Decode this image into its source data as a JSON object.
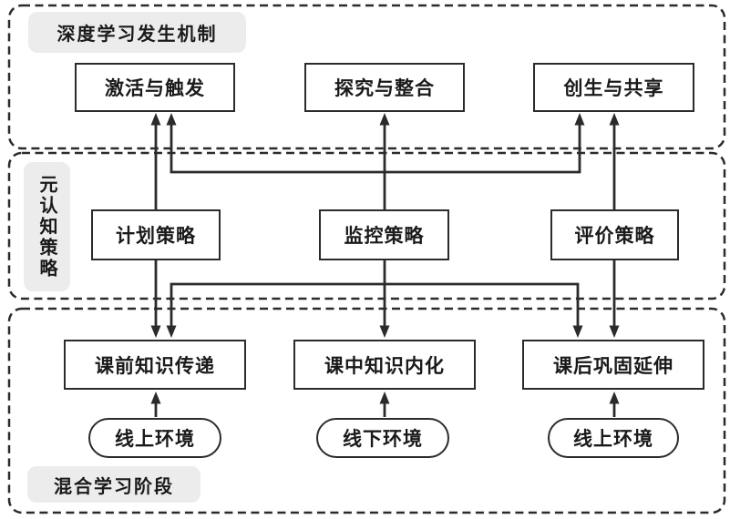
{
  "mechanism_section": {
    "title": "深度学习发生机制",
    "boxes": [
      "激活与触发",
      "探究与整合",
      "创生与共享"
    ]
  },
  "metacognition_section": {
    "title": "元认知策略",
    "boxes": [
      "计划策略",
      "监控策略",
      "评价策略"
    ]
  },
  "blended_section": {
    "title": "混合学习阶段",
    "stages": [
      "课前知识传递",
      "课中知识内化",
      "课后巩固延伸"
    ],
    "environments": [
      "线上环境",
      "线下环境",
      "线上环境"
    ]
  },
  "colors": {
    "line": "#2b2b2b",
    "section_label_bg": "#ececec",
    "node_bg": "#ffffff",
    "text": "#1a1a1a"
  }
}
